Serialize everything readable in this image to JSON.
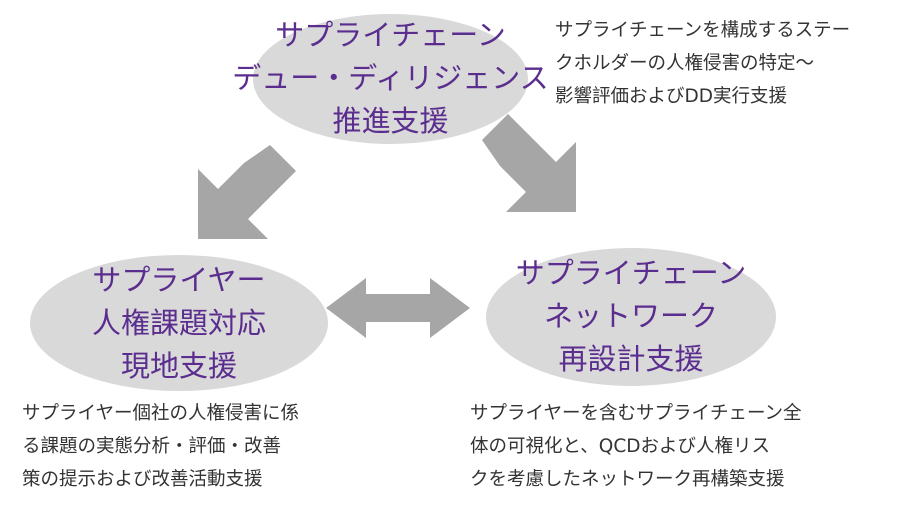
{
  "nodes": {
    "top": {
      "title_lines": [
        "サプライチェーン",
        "デュー・ディリジェンス",
        "推進支援"
      ],
      "desc_lines": [
        "サプライチェーンを構成するステー",
        "クホルダーの人権侵害の特定～",
        "影響評価およびDD実行支援"
      ]
    },
    "left": {
      "title_lines": [
        "サプライヤー",
        "人権課題対応",
        "現地支援"
      ],
      "desc_lines": [
        "サプライヤー個社の人権侵害に係",
        "る課題の実態分析・評価・改善",
        "策の提示および改善活動支援"
      ]
    },
    "right": {
      "title_lines": [
        "サプライチェーン",
        "ネットワーク",
        "再設計支援"
      ],
      "desc_lines": [
        "サプライヤーを含むサプライチェーン全",
        "体の可視化と、QCDおよび人権リス",
        "クを考慮したネットワーク再構築支援"
      ]
    }
  },
  "colors": {
    "ellipse_fill": "#d9d9d9",
    "title_text": "#5b2d8e",
    "arrow_fill": "#a6a6a6",
    "desc_text": "#333333"
  }
}
